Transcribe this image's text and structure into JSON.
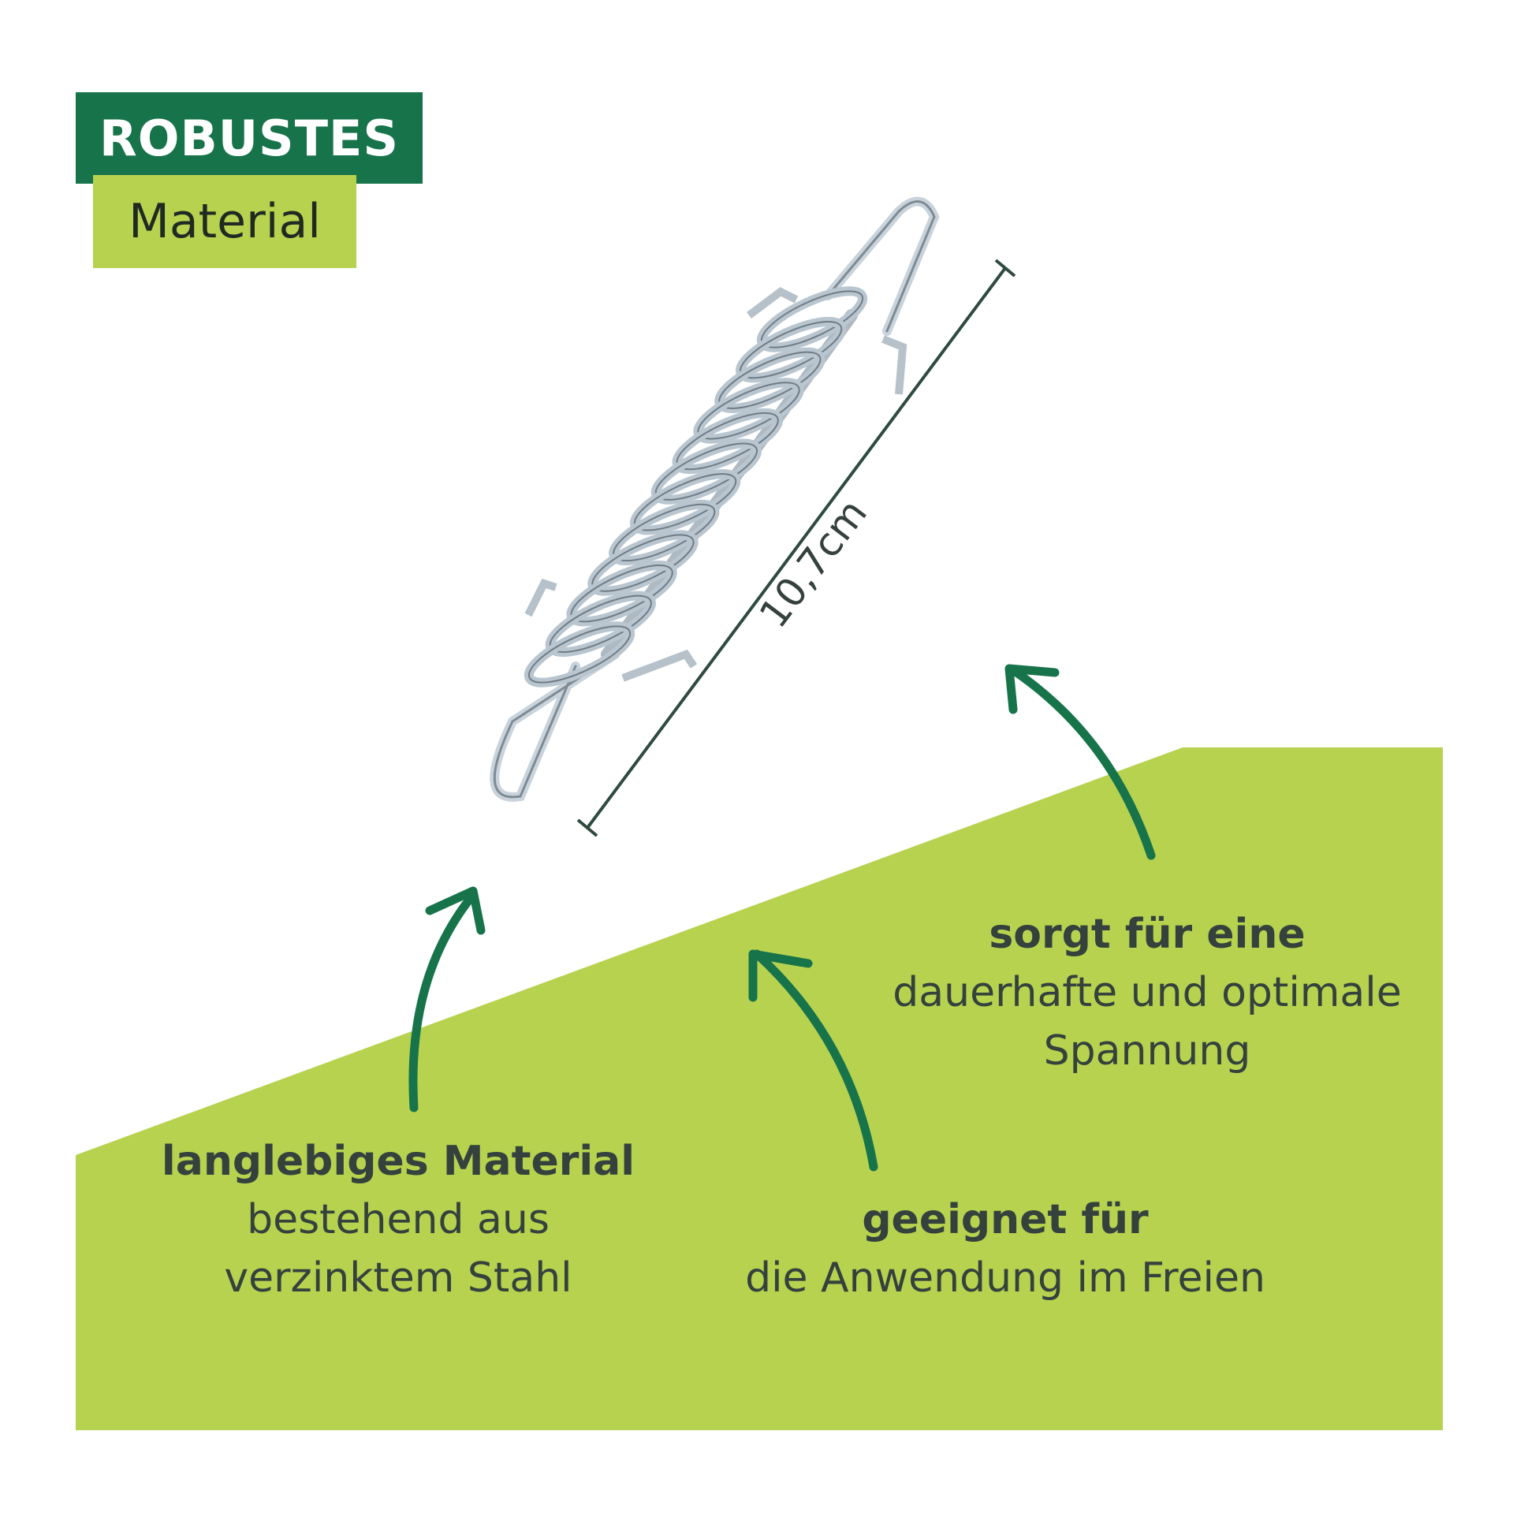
{
  "badge": {
    "top_label": "ROBUSTES",
    "bottom_label": "Material"
  },
  "dimension": {
    "label": "10,7cm"
  },
  "features": [
    {
      "bold": "langlebiges Material",
      "lines": [
        "bestehend aus",
        "verzinktem Stahl"
      ]
    },
    {
      "bold": "geeignet für",
      "lines": [
        "die Anwendung im Freien"
      ]
    },
    {
      "bold": "sorgt für eine",
      "lines": [
        "dauerhafte und optimale",
        "Spannung"
      ]
    }
  ],
  "colors": {
    "dark_green": "#17734a",
    "light_green": "#b7d24f",
    "arrow_green": "#17734a",
    "text": "#34413d",
    "steel": "#b9c6d0"
  },
  "icons": {
    "product": "spring-tensioner-icon",
    "arrow": "curved-arrow-icon"
  }
}
